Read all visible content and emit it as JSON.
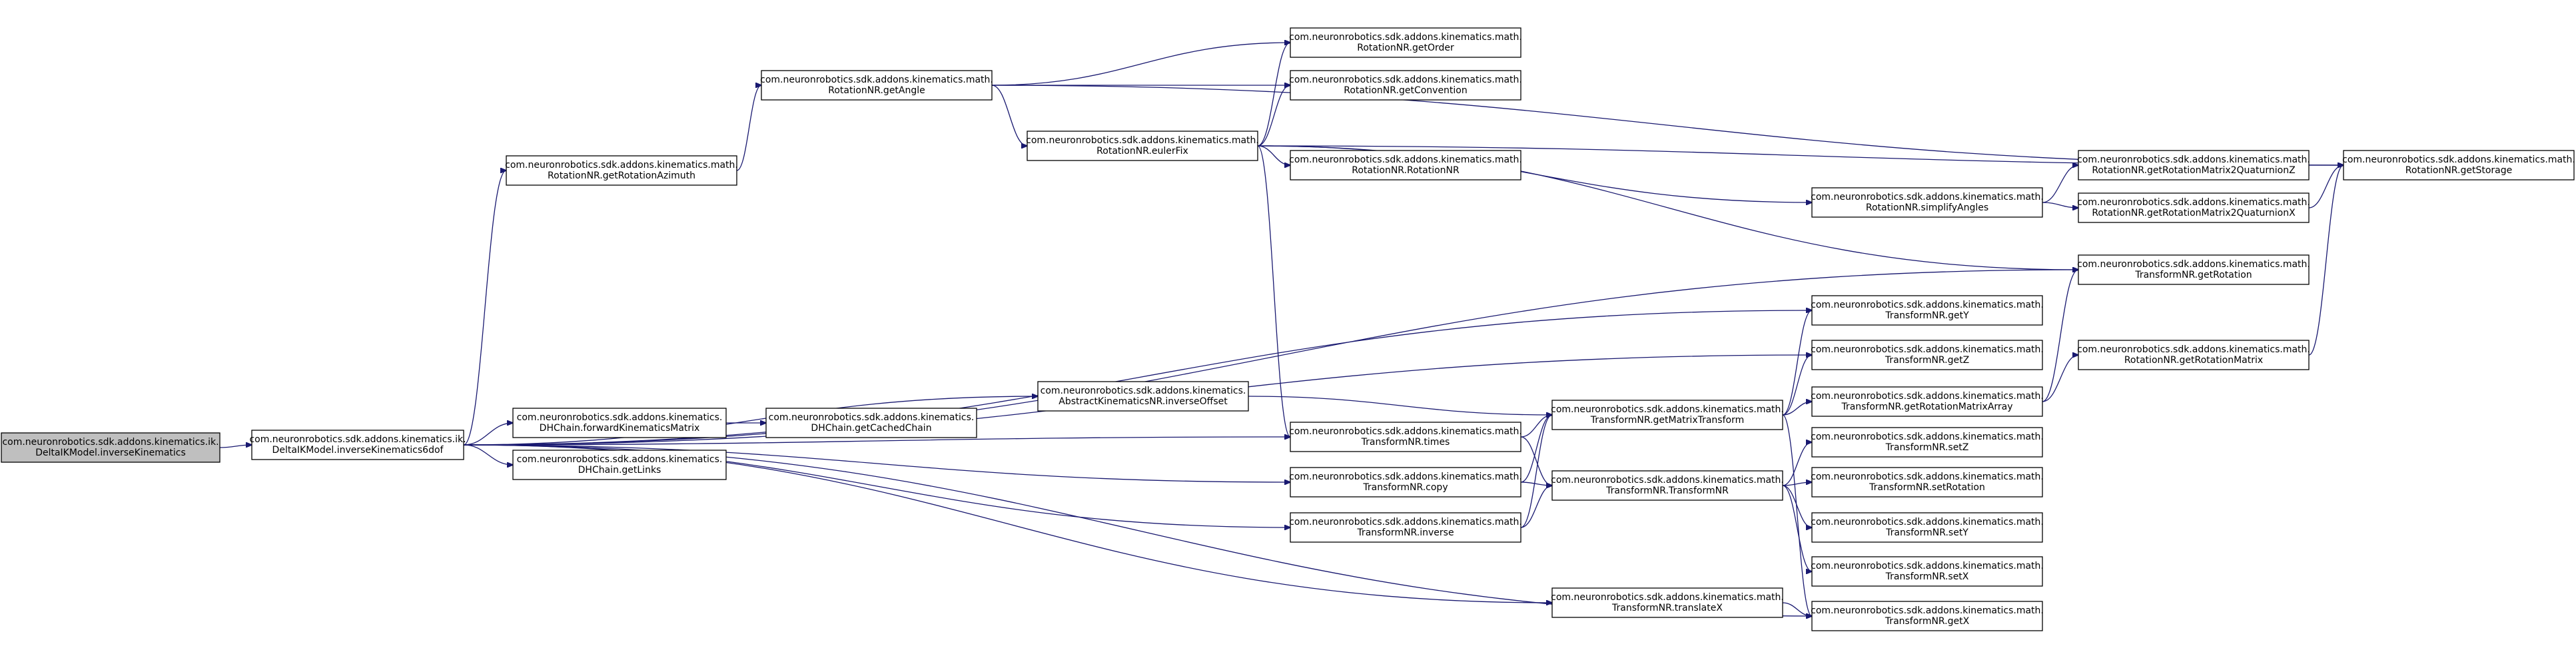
{
  "colors": {
    "edge": "#191970",
    "node_border": "#000000",
    "root_fill": "#bfbfbf",
    "node_fill": "#ffffff"
  },
  "nodes": [
    {
      "id": "n_root",
      "root": true,
      "lines": [
        "com.neuronrobotics.sdk.addons.kinematics.ik.",
        "DeltaIKModel.inverseKinematics"
      ]
    },
    {
      "id": "n_inv6",
      "lines": [
        "com.neuronrobotics.sdk.addons.kinematics.ik.",
        "DeltaIKModel.inverseKinematics6dof"
      ]
    },
    {
      "id": "n_getRotAz",
      "lines": [
        "com.neuronrobotics.sdk.addons.kinematics.math.",
        "RotationNR.getRotationAzimuth"
      ]
    },
    {
      "id": "n_getAngle",
      "lines": [
        "com.neuronrobotics.sdk.addons.kinematics.math.",
        "RotationNR.getAngle"
      ]
    },
    {
      "id": "n_getOrder",
      "lines": [
        "com.neuronrobotics.sdk.addons.kinematics.math.",
        "RotationNR.getOrder"
      ]
    },
    {
      "id": "n_getConv",
      "lines": [
        "com.neuronrobotics.sdk.addons.kinematics.math.",
        "RotationNR.getConvention"
      ]
    },
    {
      "id": "n_eulerFix",
      "lines": [
        "com.neuronrobotics.sdk.addons.kinematics.math.",
        "RotationNR.eulerFix"
      ]
    },
    {
      "id": "n_rotNR",
      "lines": [
        "com.neuronrobotics.sdk.addons.kinematics.math.",
        "RotationNR.RotationNR"
      ]
    },
    {
      "id": "n_simplify",
      "lines": [
        "com.neuronrobotics.sdk.addons.kinematics.math.",
        "RotationNR.simplifyAngles"
      ]
    },
    {
      "id": "n_quatZ",
      "lines": [
        "com.neuronrobotics.sdk.addons.kinematics.math.",
        "RotationNR.getRotationMatrix2QuaturnionZ"
      ]
    },
    {
      "id": "n_quatX",
      "lines": [
        "com.neuronrobotics.sdk.addons.kinematics.math.",
        "RotationNR.getRotationMatrix2QuaturnionX"
      ]
    },
    {
      "id": "n_storage",
      "lines": [
        "com.neuronrobotics.sdk.addons.kinematics.math.",
        "RotationNR.getStorage"
      ]
    },
    {
      "id": "n_tGetRot",
      "lines": [
        "com.neuronrobotics.sdk.addons.kinematics.math.",
        "TransformNR.getRotation"
      ]
    },
    {
      "id": "n_tGetY",
      "lines": [
        "com.neuronrobotics.sdk.addons.kinematics.math.",
        "TransformNR.getY"
      ]
    },
    {
      "id": "n_tGetZ",
      "lines": [
        "com.neuronrobotics.sdk.addons.kinematics.math.",
        "TransformNR.getZ"
      ]
    },
    {
      "id": "n_rotMatArr",
      "lines": [
        "com.neuronrobotics.sdk.addons.kinematics.math.",
        "TransformNR.getRotationMatrixArray"
      ]
    },
    {
      "id": "n_rotMat",
      "lines": [
        "com.neuronrobotics.sdk.addons.kinematics.math.",
        "RotationNR.getRotationMatrix"
      ]
    },
    {
      "id": "n_invOffset",
      "lines": [
        "com.neuronrobotics.sdk.addons.kinematics.",
        "AbstractKinematicsNR.inverseOffset"
      ]
    },
    {
      "id": "n_fwdKin",
      "lines": [
        "com.neuronrobotics.sdk.addons.kinematics.",
        "DHChain.forwardKinematicsMatrix"
      ]
    },
    {
      "id": "n_cached",
      "lines": [
        "com.neuronrobotics.sdk.addons.kinematics.",
        "DHChain.getCachedChain"
      ]
    },
    {
      "id": "n_links",
      "lines": [
        "com.neuronrobotics.sdk.addons.kinematics.",
        "DHChain.getLinks"
      ]
    },
    {
      "id": "n_matTrans",
      "lines": [
        "com.neuronrobotics.sdk.addons.kinematics.math.",
        "TransformNR.getMatrixTransform"
      ]
    },
    {
      "id": "n_times",
      "lines": [
        "com.neuronrobotics.sdk.addons.kinematics.math.",
        "TransformNR.times"
      ]
    },
    {
      "id": "n_copy",
      "lines": [
        "com.neuronrobotics.sdk.addons.kinematics.math.",
        "TransformNR.copy"
      ]
    },
    {
      "id": "n_tInverse",
      "lines": [
        "com.neuronrobotics.sdk.addons.kinematics.math.",
        "TransformNR.inverse"
      ]
    },
    {
      "id": "n_tNR",
      "lines": [
        "com.neuronrobotics.sdk.addons.kinematics.math.",
        "TransformNR.TransformNR"
      ]
    },
    {
      "id": "n_setZ",
      "lines": [
        "com.neuronrobotics.sdk.addons.kinematics.math.",
        "TransformNR.setZ"
      ]
    },
    {
      "id": "n_setRot",
      "lines": [
        "com.neuronrobotics.sdk.addons.kinematics.math.",
        "TransformNR.setRotation"
      ]
    },
    {
      "id": "n_setY",
      "lines": [
        "com.neuronrobotics.sdk.addons.kinematics.math.",
        "TransformNR.setY"
      ]
    },
    {
      "id": "n_setX",
      "lines": [
        "com.neuronrobotics.sdk.addons.kinematics.math.",
        "TransformNR.setX"
      ]
    },
    {
      "id": "n_transX",
      "lines": [
        "com.neuronrobotics.sdk.addons.kinematics.math.",
        "TransformNR.translateX"
      ]
    },
    {
      "id": "n_tGetX",
      "lines": [
        "com.neuronrobotics.sdk.addons.kinematics.math.",
        "TransformNR.getX"
      ]
    }
  ],
  "edges": [
    [
      "n_root",
      "n_inv6"
    ],
    [
      "n_inv6",
      "n_getRotAz"
    ],
    [
      "n_inv6",
      "n_tGetRot"
    ],
    [
      "n_inv6",
      "n_tGetY"
    ],
    [
      "n_inv6",
      "n_tGetZ"
    ],
    [
      "n_inv6",
      "n_invOffset"
    ],
    [
      "n_inv6",
      "n_fwdKin"
    ],
    [
      "n_inv6",
      "n_links"
    ],
    [
      "n_inv6",
      "n_times"
    ],
    [
      "n_inv6",
      "n_copy"
    ],
    [
      "n_inv6",
      "n_tInverse"
    ],
    [
      "n_inv6",
      "n_transX"
    ],
    [
      "n_inv6",
      "n_tGetX"
    ],
    [
      "n_getRotAz",
      "n_getAngle"
    ],
    [
      "n_getAngle",
      "n_getOrder"
    ],
    [
      "n_getAngle",
      "n_getConv"
    ],
    [
      "n_getAngle",
      "n_eulerFix"
    ],
    [
      "n_getAngle",
      "n_storage"
    ],
    [
      "n_eulerFix",
      "n_getOrder"
    ],
    [
      "n_eulerFix",
      "n_getConv"
    ],
    [
      "n_eulerFix",
      "n_rotNR"
    ],
    [
      "n_eulerFix",
      "n_simplify"
    ],
    [
      "n_eulerFix",
      "n_storage"
    ],
    [
      "n_eulerFix",
      "n_tGetRot"
    ],
    [
      "n_eulerFix",
      "n_times"
    ],
    [
      "n_simplify",
      "n_quatZ"
    ],
    [
      "n_simplify",
      "n_quatX"
    ],
    [
      "n_quatZ",
      "n_storage"
    ],
    [
      "n_quatX",
      "n_storage"
    ],
    [
      "n_rotMatArr",
      "n_tGetRot"
    ],
    [
      "n_rotMatArr",
      "n_rotMat"
    ],
    [
      "n_rotMat",
      "n_storage"
    ],
    [
      "n_invOffset",
      "n_matTrans"
    ],
    [
      "n_fwdKin",
      "n_cached"
    ],
    [
      "n_times",
      "n_matTrans"
    ],
    [
      "n_times",
      "n_tNR"
    ],
    [
      "n_copy",
      "n_matTrans"
    ],
    [
      "n_copy",
      "n_tNR"
    ],
    [
      "n_tInverse",
      "n_matTrans"
    ],
    [
      "n_tInverse",
      "n_tNR"
    ],
    [
      "n_matTrans",
      "n_tGetY"
    ],
    [
      "n_matTrans",
      "n_tGetZ"
    ],
    [
      "n_matTrans",
      "n_rotMatArr"
    ],
    [
      "n_matTrans",
      "n_tGetX"
    ],
    [
      "n_tNR",
      "n_setZ"
    ],
    [
      "n_tNR",
      "n_setRot"
    ],
    [
      "n_tNR",
      "n_setY"
    ],
    [
      "n_tNR",
      "n_setX"
    ],
    [
      "n_transX",
      "n_tGetX"
    ]
  ]
}
